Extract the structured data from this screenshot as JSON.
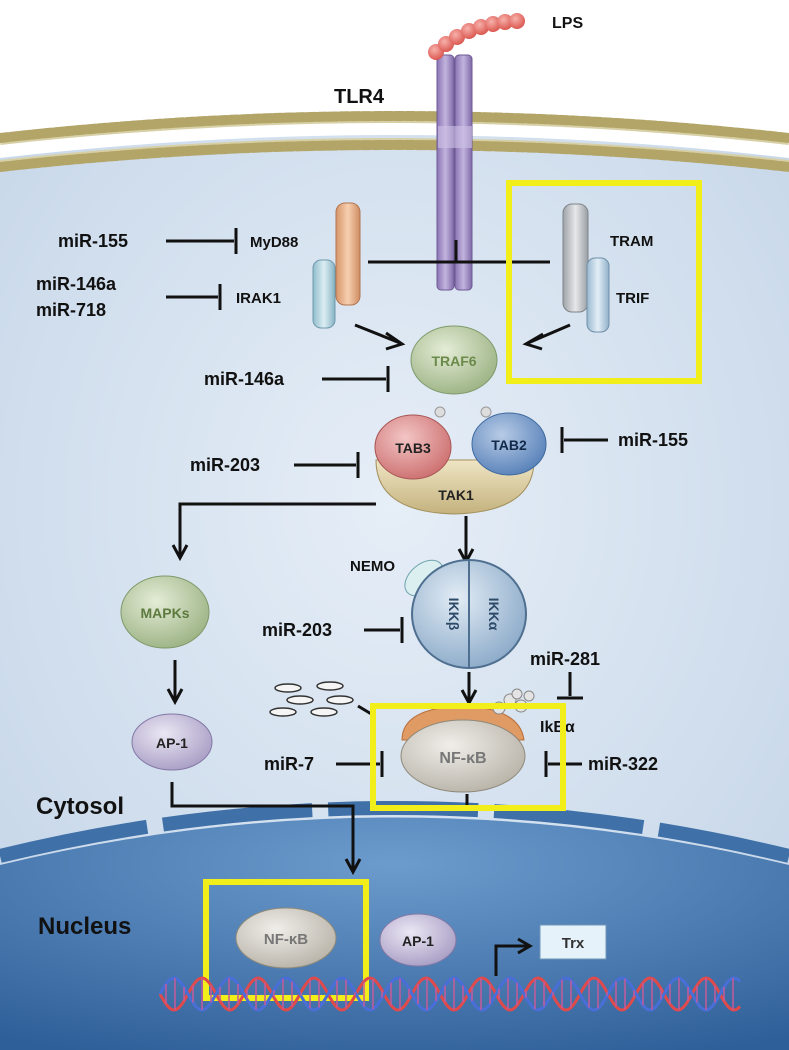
{
  "ligand": {
    "lps": "LPS",
    "tlr4": "TLR4"
  },
  "adaptors": {
    "myd88": "MyD88",
    "irak1": "IRAK1",
    "tram": "TRAM",
    "trif": "TRIF"
  },
  "proteins": {
    "traf6": "TRAF6",
    "tab3": "TAB3",
    "tab2": "TAB2",
    "tak1": "TAK1",
    "nemo": "NEMO",
    "ikkb": "IKKβ",
    "ikka": "IKKα",
    "mapks": "MAPKs",
    "ap1_cytosol": "AP-1",
    "ikba": "IkBα",
    "nfkb_cytosol": "NF-κB",
    "nfkb_nucleus": "NF-κB",
    "ap1_nucleus": "AP-1",
    "trx": "Trx"
  },
  "mirnas": {
    "mir155_myd88": "miR-155",
    "mir146a_irak1": "miR-146a",
    "mir718_irak1": "miR-718",
    "mir146a_traf6": "miR-146a",
    "mir155_tab2": "miR-155",
    "mir203_tak1": "miR-203",
    "mir203_ikk": "miR-203",
    "mir281": "miR-281",
    "mir7": "miR-7",
    "mir322": "miR-322"
  },
  "compartments": {
    "cytosol": "Cytosol",
    "nucleus": "Nucleus"
  },
  "colors": {
    "highlight_box": "#f2ee1a",
    "cytoplasm": "#d8e4f0",
    "nucleus": "#4d7fb8",
    "nuclear_envelope": "#3f70a8",
    "membrane_head": "#c3b478",
    "tlr4": "#9a84c0",
    "lps": "#e8706a",
    "protein_green": "#a9bf8f",
    "protein_lavender": "#b7aed0",
    "nfkb_grey": "#c9c5bc",
    "tab3": "#d98686",
    "tab2": "#6f93c2",
    "tak1": "#d8c99a",
    "ikk": "#a6c0d8",
    "myd88": "#e8b48c",
    "adaptor_blue": "#b9d6e0",
    "tram": "#c4c8cc",
    "dna_red": "#e04a4a",
    "dna_blue": "#4a6ed8"
  }
}
